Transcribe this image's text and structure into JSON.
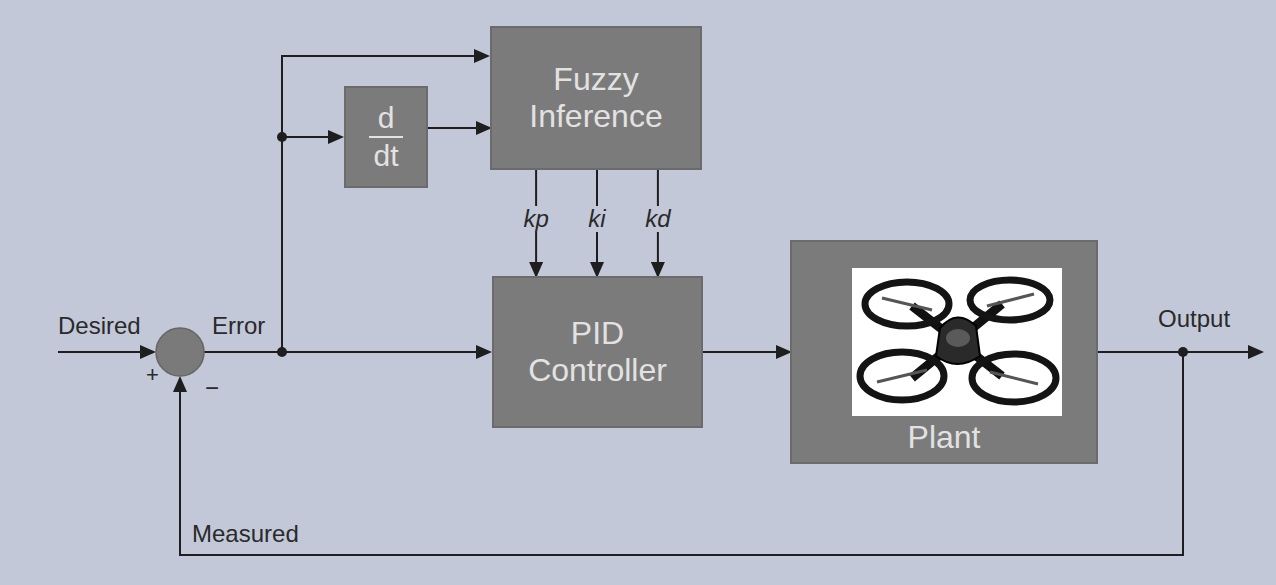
{
  "diagram": {
    "nodes": [
      {
        "text": [
          "d",
          "dt"
        ]
      },
      {
        "text": [
          "Fuzzy Inference"
        ]
      },
      {
        "text": [
          "PID Controller"
        ]
      },
      {
        "text": [
          "Plant"
        ]
      }
    ],
    "edges": [
      {
        "from": 0,
        "to": 1,
        "arrow": "to"
      },
      {
        "from": 1,
        "to": 2,
        "label": "kp",
        "arrow": "to"
      },
      {
        "from": 1,
        "to": 2,
        "label": "ki",
        "arrow": "to"
      },
      {
        "from": 1,
        "to": 2,
        "label": "kd",
        "arrow": "to"
      },
      {
        "from": 2,
        "to": 3,
        "arrow": "to"
      }
    ],
    "labels": [
      "Desired",
      "+",
      "−",
      "Error",
      "Output",
      "Measured"
    ]
  }
}
